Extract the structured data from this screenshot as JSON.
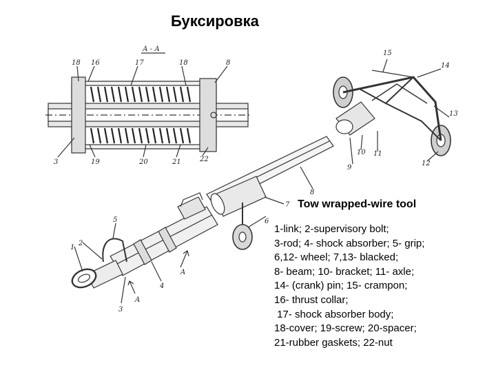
{
  "title": "Буксировка",
  "subtitle": "Tow wrapped-wire tool",
  "section_label": "А - А",
  "legend_lines": [
    "1-link; 2-supervisory bolt;",
    "3-rod; 4- shock absorber; 5- grip;",
    "6,12- wheel; 7,13- blacked;",
    "8- beam; 10- bracket; 11- axle;",
    "14- (crank) pin; 15- crampon;",
    "16- thrust collar;",
    " 17- shock absorber body;",
    "18-cover; 19-screw; 20-spacer;",
    "21-rubber gaskets; 22-nut"
  ],
  "callouts": {
    "c1": "1",
    "c2": "2",
    "c3a": "3",
    "c3b": "3",
    "c4": "4",
    "c5": "5",
    "c6": "6",
    "c7": "7",
    "c8a": "8",
    "c8b": "8",
    "c9": "9",
    "c10": "10",
    "c11": "11",
    "c12": "12",
    "c13": "13",
    "c14": "14",
    "c15": "15",
    "c16": "16",
    "c17": "17",
    "c18a": "18",
    "c18b": "18",
    "c19": "19",
    "c20": "20",
    "c21": "21",
    "c22": "22",
    "arrow_a1": "A",
    "arrow_a2": "A"
  }
}
